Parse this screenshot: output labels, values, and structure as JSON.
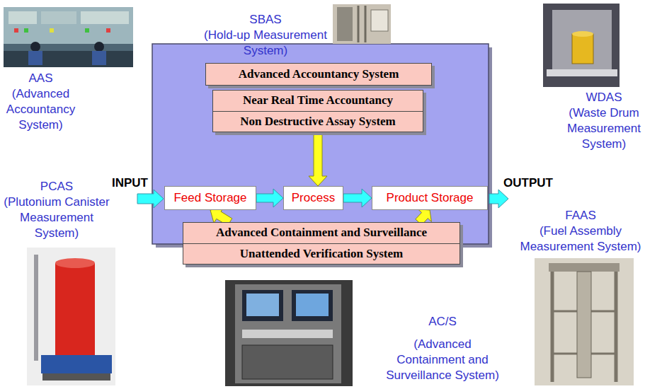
{
  "diagram": {
    "nodes": [
      {
        "text": [
          "Advanced Accountancy System"
        ]
      },
      {
        "text": [
          "Near Real Time Accountancy",
          "Non Destructive Assay System"
        ]
      },
      {
        "text": [
          "Feed Storage"
        ]
      },
      {
        "text": [
          "Process"
        ]
      },
      {
        "text": [
          "Product Storage"
        ]
      },
      {
        "text": [
          "Advanced Containment and Surveillance",
          "Unattended Verification System"
        ]
      }
    ],
    "edges": [
      {
        "from": 2,
        "to": 3,
        "arrow": "to"
      },
      {
        "from": 3,
        "to": 4,
        "arrow": "to"
      },
      {
        "from": 1,
        "to": 3,
        "arrow": "to"
      },
      {
        "from": 5,
        "to": 2,
        "arrow": "to"
      },
      {
        "from": 5,
        "to": 4,
        "arrow": "to"
      }
    ],
    "labels": [
      "SBAS",
      "(Hold-up Measurement System)",
      "AAS",
      "(Advanced Accountancy System)",
      "WDAS",
      "(Waste Drum Measurement System)",
      "INPUT",
      "OUTPUT",
      "PCAS",
      "(Plutonium Canister Measurement System)",
      "FAAS",
      "(Fuel Assembly Measurement System)",
      "AC/S",
      "(Advanced Containment and Surveillance System)"
    ]
  }
}
